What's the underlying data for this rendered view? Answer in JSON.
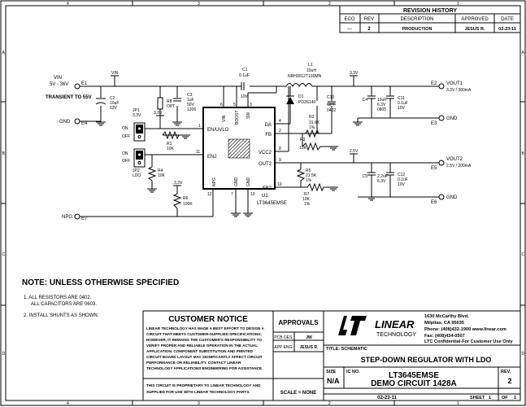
{
  "border": {
    "cols": [
      "4",
      "3",
      "2",
      "1"
    ],
    "rows": [
      "A",
      "B",
      "C",
      "D"
    ]
  },
  "revision": {
    "title": "REVISION HISTORY",
    "headers": [
      "ECO",
      "REV",
      "DESCRIPTION",
      "APPROVED",
      "DATE"
    ],
    "row": [
      "—",
      "2",
      "PRODUCTION",
      "JESUS R.",
      "02-23-11"
    ]
  },
  "inputs": {
    "vin_label": "VIN",
    "vin_range": "5V - 36V",
    "e1": "E1",
    "transient": "TRANSIENT TO 55V",
    "gnd_label": "GND",
    "e4": "E4",
    "npg_label": "NPG",
    "e7": "E7",
    "vin_net": "VIN"
  },
  "outputs": {
    "vout1": "VOUT1",
    "vout1_spec": "3.3V / 300mA",
    "e2": "E2",
    "gnd1": "GND",
    "e3": "E3",
    "vout2": "VOUT2",
    "vout2_spec": "2.5V / 200mA",
    "e5": "E5",
    "gnd2": "GND",
    "e6": "E6"
  },
  "nets": {
    "v33a": "3.3V",
    "v33b": "3.3V",
    "v25": "2.5V"
  },
  "ic": {
    "pins_left": [
      "EN/UVLO",
      "EN2"
    ],
    "pins_top": [
      "VIN",
      "BOOST",
      "SW"
    ],
    "pins_right": [
      "DA",
      "FB",
      "VCC2",
      "OUT2",
      "FB2"
    ],
    "pins_bottom": [
      "NPG",
      "GND",
      "GND"
    ],
    "ref": "U1",
    "part": "LT3645EMSE",
    "pin_numbers": {
      "vin": "6",
      "boost": "5",
      "sw": "3",
      "en": "1",
      "en2": "11",
      "da": "4",
      "fb": "2",
      "vcc2": "8",
      "out2": "9",
      "fb2": "10",
      "npg": "12",
      "gnd1": "7",
      "gnd2": "13"
    }
  },
  "parts": {
    "c1": [
      "C1",
      "0.1uF",
      "10V"
    ],
    "c2": [
      "C2",
      "10uF",
      "63V"
    ],
    "c3": [
      "C3",
      "1uF",
      "50V",
      "1206"
    ],
    "r8": [
      "R8",
      "OPT"
    ],
    "jp1": [
      "JP1",
      "3.3V",
      "ON",
      "OFF"
    ],
    "jp2": [
      "JP2",
      "LDO",
      "ON",
      "OFF"
    ],
    "r1": [
      "R1",
      "10K"
    ],
    "r4": [
      "R4",
      "10K"
    ],
    "r6": [
      "R6",
      "100K"
    ],
    "l1": [
      "L1",
      "10uH",
      "NRH3012T100MN"
    ],
    "d1": [
      "D1",
      "PD3S140"
    ],
    "c13": [
      "C13",
      "OPT",
      "0402"
    ],
    "r2": [
      "R2",
      "31.6K",
      "1%"
    ],
    "r3": [
      "R3",
      "10K"
    ],
    "c4": [
      "C4",
      "10uF",
      "6.3V",
      "0805"
    ],
    "c11": [
      "C11",
      "0.1uF",
      "10V"
    ],
    "r5": [
      "R5",
      "21.5K",
      "1%"
    ],
    "r7": [
      "R7",
      "10K",
      "1%"
    ],
    "c5": [
      "C5",
      "2.2uF",
      "6.3V"
    ],
    "c12": [
      "C12",
      "0.1uF",
      "10V"
    ]
  },
  "notes": {
    "title": "NOTE: UNLESS OTHERWISE SPECIFIED",
    "n1a": "1. ALL RESISTORS ARE 0402.",
    "n1b": "ALL CAPACITORS ARE 0603.",
    "n2": "2. INSTALL SHUNTS AS SHOWN."
  },
  "customer_notice": {
    "title": "CUSTOMER NOTICE",
    "lines": [
      "LINEAR TECHNOLOGY HAS MADE A BEST EFFORT TO DESIGN A",
      "CIRCUIT THAT MEETS CUSTOMER-SUPPLIED SPECIFICATIONS;",
      "HOWEVER, IT REMAINS THE CUSTOMER'S RESPONSIBILITY TO",
      "VERIFY PROPER AND RELIABLE OPERATION IN THE ACTUAL",
      "APPLICATION. COMPONENT SUBSTITUTION AND PRINTED",
      "CIRCUIT BOARD LAYOUT MAY SIGNIFICANTLY AFFECT CIRCUIT",
      "PERFORMANCE OR RELIABILITY. CONTACT LINEAR",
      "TECHNOLOGY APPLICATIONS ENGINEERING FOR ASSISTANCE."
    ],
    "prop1": "THIS CIRCUIT IS PROPRIETARY TO LINEAR TECHNOLOGY AND",
    "prop2": "SUPPLIED FOR USE WITH LINEAR TECHNOLOGY PARTS."
  },
  "approvals": {
    "title": "APPROVALS",
    "pcb_label": "PCB DES.",
    "pcb_value": "JW",
    "app_label": "APP ENG.",
    "app_value": "JESUS R.",
    "scale": "SCALE = NONE"
  },
  "company": {
    "logo_text": "LINEAR",
    "logo_sub": "TECHNOLOGY",
    "addr1": "1630 McCarthy Blvd.",
    "addr2": "Milpitas, CA 95035",
    "phone": "Phone: (408)432-1900  www.linear.com",
    "fax": "Fax: (408)434-0507",
    "confidential": "LTC Confidential-For Customer Use Only"
  },
  "title_block": {
    "title_label": "TITLE: SCHEMATIC",
    "title": "STEP-DOWN REGULATOR WITH LDO",
    "size_label": "SIZE",
    "size": "N/A",
    "icno_label": "IC NO.",
    "ic_no": "LT3645EMSE",
    "demo": "DEMO CIRCUIT 1428A",
    "rev_label": "REV.",
    "rev": "2",
    "date": "02-23-11",
    "sheet_label": "SHEET",
    "sheet": "1",
    "of_label": "OF",
    "of": "1"
  }
}
